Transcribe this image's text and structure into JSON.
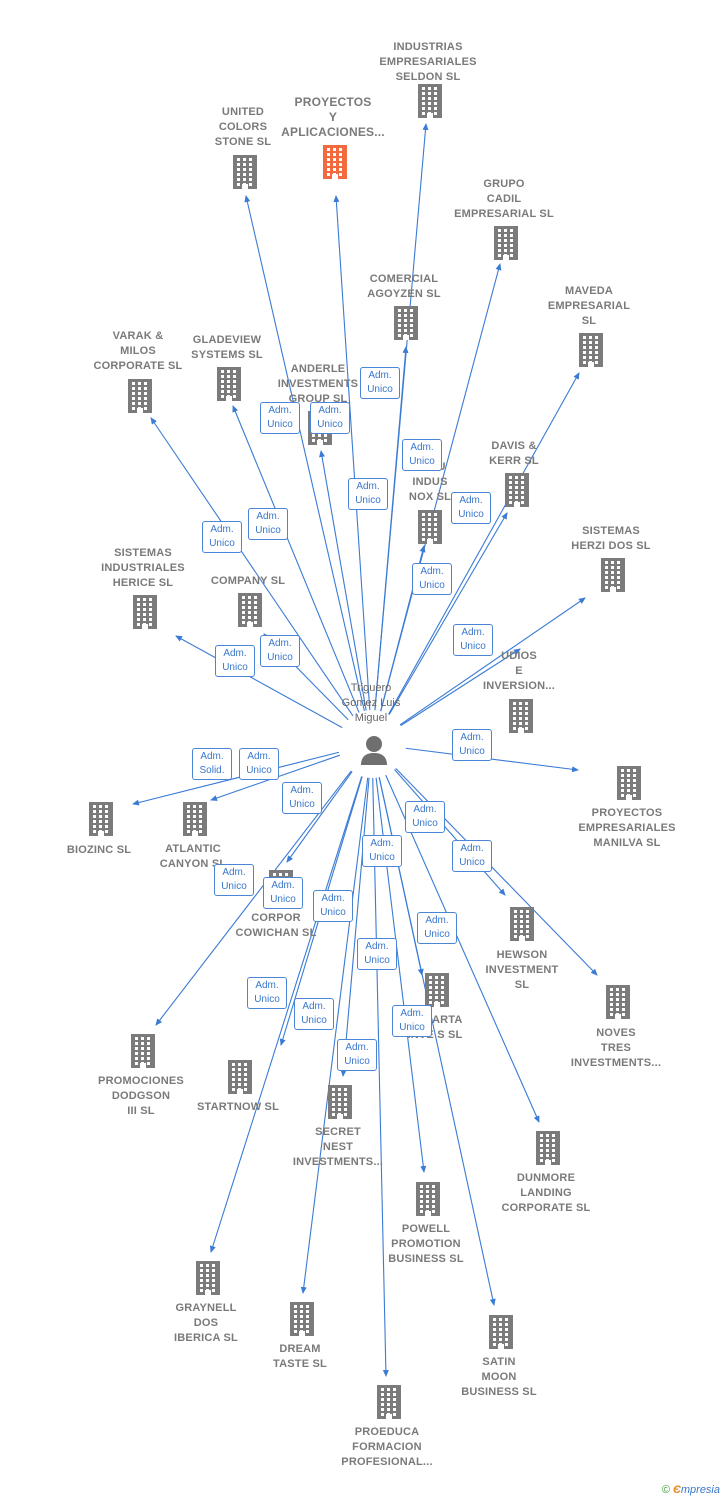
{
  "center": {
    "name": "Triguero\nGomez Luis\nMiguel",
    "icon": "person-icon"
  },
  "colors": {
    "edge": "#3a7bd5",
    "building": "#7b7b7b",
    "highlight": "#f26a3d",
    "edge_label_border": "#4a86d8"
  },
  "companies": [
    {
      "id": "seldon",
      "name": "INDUSTRIAS\nEMPRESARIALES\nSELDON SL"
    },
    {
      "id": "proyectos_apl",
      "name": "PROYECTOS\nY\nAPLICACIONES...",
      "highlight": true
    },
    {
      "id": "united",
      "name": "UNITED\nCOLORS\nSTONE SL"
    },
    {
      "id": "cadil",
      "name": "GRUPO\nCADIL\nEMPRESARIAL SL"
    },
    {
      "id": "agoyzen",
      "name": "COMERCIAL\nAGOYZEN SL"
    },
    {
      "id": "maveda",
      "name": "MAVEDA\nEMPRESARIAL\nSL"
    },
    {
      "id": "varak",
      "name": "VARAK &\nMILOS\nCORPORATE SL"
    },
    {
      "id": "gladeview",
      "name": "GLADEVIEW\nSYSTEMS  SL"
    },
    {
      "id": "anderle",
      "name": "ANDERLE\nINVESTMENTS\nGROUP SL"
    },
    {
      "id": "davis",
      "name": "DAVIS &\nKERR SL"
    },
    {
      "id": "inox",
      "name": "SOLU\nINDUS\nNOX SL"
    },
    {
      "id": "company",
      "name": "COMPANY  SL"
    },
    {
      "id": "herice",
      "name": "SISTEMAS\nINDUSTRIALES\nHERICE  SL"
    },
    {
      "id": "herzi",
      "name": "SISTEMAS\nHERZI DOS SL"
    },
    {
      "id": "estudios",
      "name": "UDIOS\nE\nINVERSION..."
    },
    {
      "id": "manilva",
      "name": "PROYECTOS\nEMPRESARIALES\nMANILVA SL"
    },
    {
      "id": "biozinc",
      "name": "BIOZINC SL"
    },
    {
      "id": "atlantic",
      "name": "ATLANTIC\nCANYON SL"
    },
    {
      "id": "cowichan",
      "name": "CORPOR\nCOWICHAN SL"
    },
    {
      "id": "hewson",
      "name": "HEWSON\nINVESTMENT\nSL"
    },
    {
      "id": "noves",
      "name": "NOVES\nTRES\nINVESTMENTS..."
    },
    {
      "id": "acharta",
      "name": "ACHARTA\nINVE    S SL"
    },
    {
      "id": "dodgson",
      "name": "PROMOCIONES\nDODGSON\nIII SL"
    },
    {
      "id": "startnow",
      "name": "STARTNOW SL"
    },
    {
      "id": "secret",
      "name": "SECRET\nNEST\nINVESTMENTS..."
    },
    {
      "id": "dunmore",
      "name": "DUNMORE\nLANDING\nCORPORATE SL"
    },
    {
      "id": "powell",
      "name": "POWELL\nPROMOTION\nBUSINESS  SL"
    },
    {
      "id": "graynell",
      "name": "GRAYNELL\nDOS\nIBERICA  SL"
    },
    {
      "id": "dream",
      "name": "DREAM\nTASTE SL"
    },
    {
      "id": "satin",
      "name": "SATIN\nMOON\nBUSINESS SL"
    },
    {
      "id": "proeduca",
      "name": "PROEDUCA\nFORMACION\nPROFESIONAL..."
    }
  ],
  "edges": [
    {
      "to": "seldon",
      "label": "Adm.\nUnico"
    },
    {
      "to": "proyectos_apl",
      "label": "Adm.\nUnico"
    },
    {
      "to": "united",
      "label": "Adm.\nUnico"
    },
    {
      "to": "cadil",
      "label": "Adm.\nUnico"
    },
    {
      "to": "agoyzen",
      "label": "Adm.\nUnico"
    },
    {
      "to": "maveda",
      "label": "Adm.\nUnico"
    },
    {
      "to": "varak",
      "label": "Adm.\nUnico"
    },
    {
      "to": "gladeview",
      "label": "Adm.\nUnico"
    },
    {
      "to": "anderle",
      "label": "Adm.\nUnico"
    },
    {
      "to": "inox",
      "label": "Adm.\nUnico"
    },
    {
      "to": "davis",
      "label": "Adm.\nUnico"
    },
    {
      "to": "company",
      "label": "Adm.\nUnico"
    },
    {
      "to": "herice",
      "label": "Adm.\nUnico"
    },
    {
      "to": "herzi",
      "label": "Adm.\nUnico"
    },
    {
      "to": "estudios",
      "label": "Adm.\nUnico"
    },
    {
      "to": "manilva",
      "label": "Adm.\nUnico"
    },
    {
      "to": "biozinc",
      "label": "Adm.\nSolid."
    },
    {
      "to": "atlantic",
      "label": "Adm.\nUnico"
    },
    {
      "to": "cowichan",
      "label": "Adm.\nUnico"
    },
    {
      "to": "hewson",
      "label": "Adm.\nUnico"
    },
    {
      "to": "noves",
      "label": "Adm.\nUnico"
    },
    {
      "to": "acharta",
      "label": "Adm.\nUnico"
    },
    {
      "to": "dodgson",
      "label": "Adm.\nUnico"
    },
    {
      "to": "startnow",
      "label": "Adm.\nUnico"
    },
    {
      "to": "secret",
      "label": "Adm.\nUnico"
    },
    {
      "to": "dunmore",
      "label": "Adm.\nUnico"
    },
    {
      "to": "powell",
      "label": "Adm.\nUnico"
    },
    {
      "to": "graynell",
      "label": "Adm.\nUnico"
    },
    {
      "to": "dream",
      "label": "Adm.\nUnico"
    },
    {
      "to": "satin",
      "label": "Adm.\nUnico"
    },
    {
      "to": "proeduca",
      "label": "Adm.\nUnico"
    }
  ],
  "footer": {
    "copyright": "©",
    "brand_first": "Є",
    "brand_rest": "mpresia"
  }
}
